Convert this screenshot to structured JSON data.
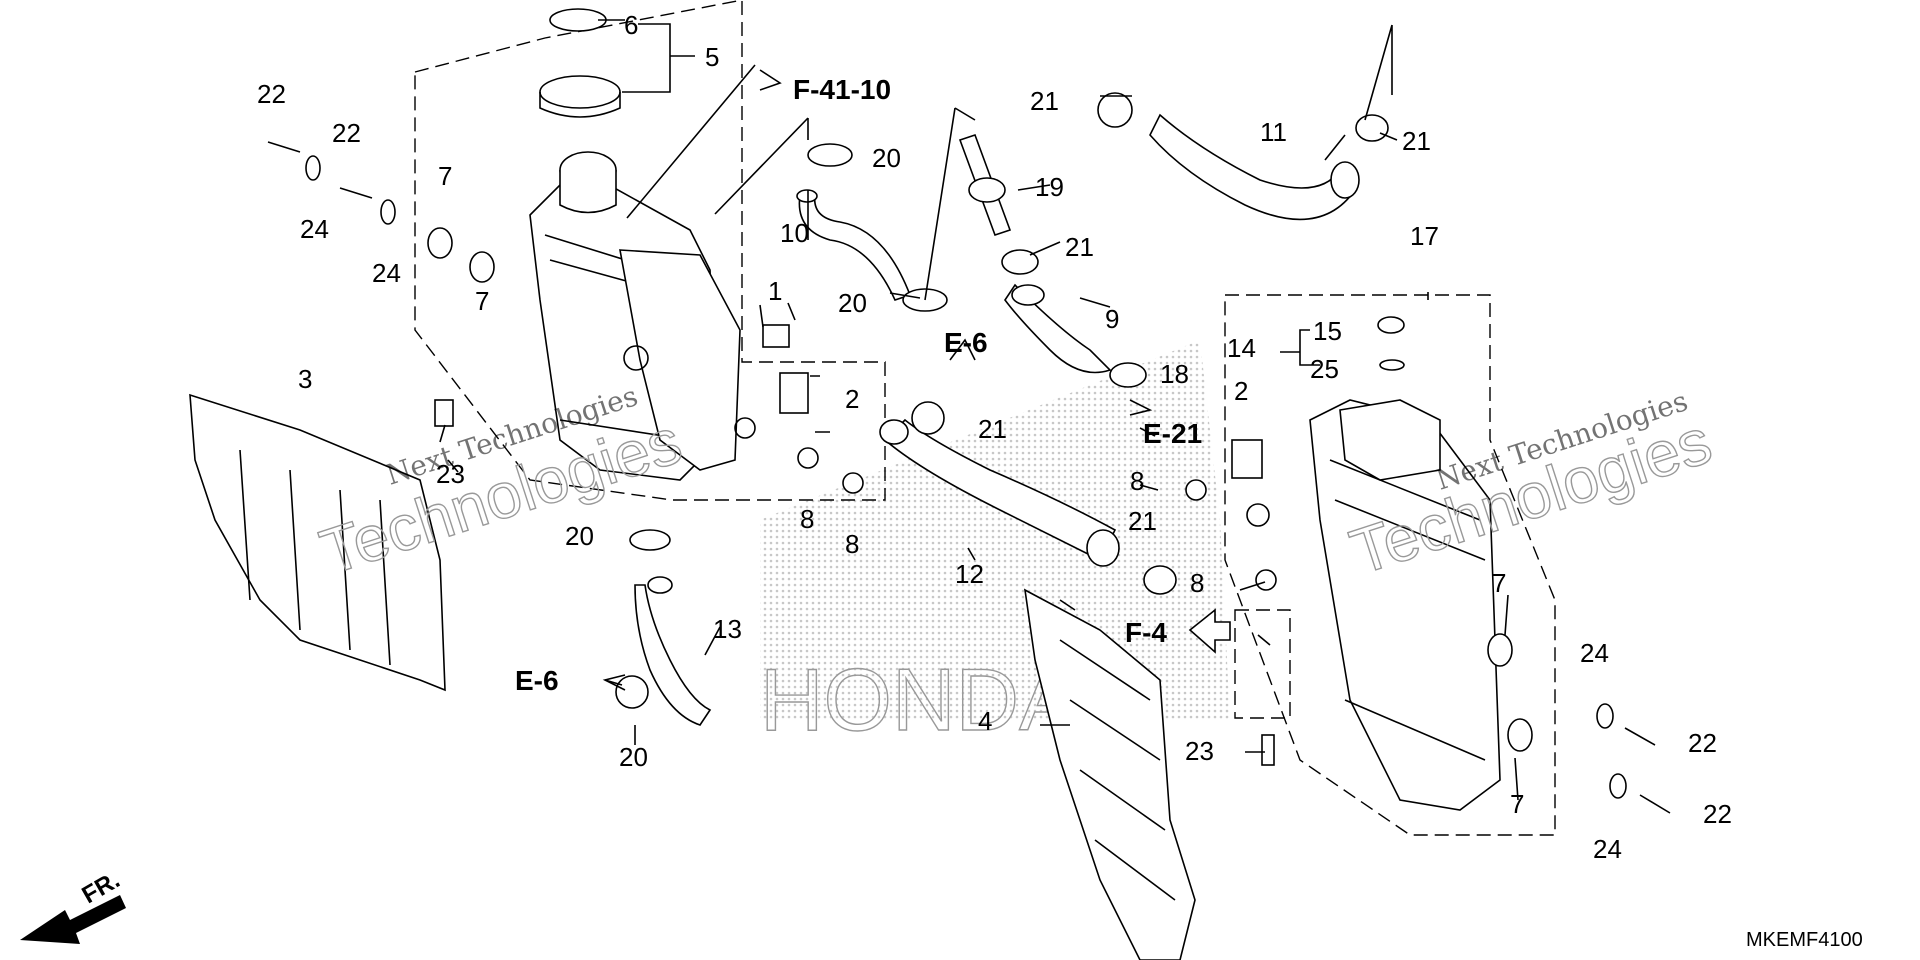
{
  "diagram": {
    "callouts": {
      "c1": "1",
      "c2a": "2",
      "c2b": "2",
      "c3": "3",
      "c4": "4",
      "c5": "5",
      "c6": "6",
      "c7a": "7",
      "c7b": "7",
      "c7c": "7",
      "c7d": "7",
      "c8a": "8",
      "c8b": "8",
      "c8c": "8",
      "c8d": "8",
      "c9": "9",
      "c10": "10",
      "c11": "11",
      "c12": "12",
      "c13": "13",
      "c14": "14",
      "c15": "15",
      "c17": "17",
      "c18": "18",
      "c19": "19",
      "c20a": "20",
      "c20b": "20",
      "c20c": "20",
      "c20d": "20",
      "c21a": "21",
      "c21b": "21",
      "c21c": "21",
      "c21d": "21",
      "c21e": "21",
      "c22a": "22",
      "c22b": "22",
      "c22c": "22",
      "c22d": "22",
      "c23a": "23",
      "c23b": "23",
      "c24a": "24",
      "c24b": "24",
      "c24c": "24",
      "c24d": "24",
      "c25": "25"
    },
    "references": {
      "f41_10": "F-41-10",
      "e6_top": "E-6",
      "e6_left": "E-6",
      "e21": "E-21",
      "f4": "F-4"
    },
    "direction_label": "FR.",
    "diagram_code": "MKEMF4100",
    "watermark": {
      "line1": "Next Technologies",
      "line2": "Next Technologies",
      "big1": "Technologies",
      "big2": "Technologies",
      "brand": "HONDA"
    }
  }
}
